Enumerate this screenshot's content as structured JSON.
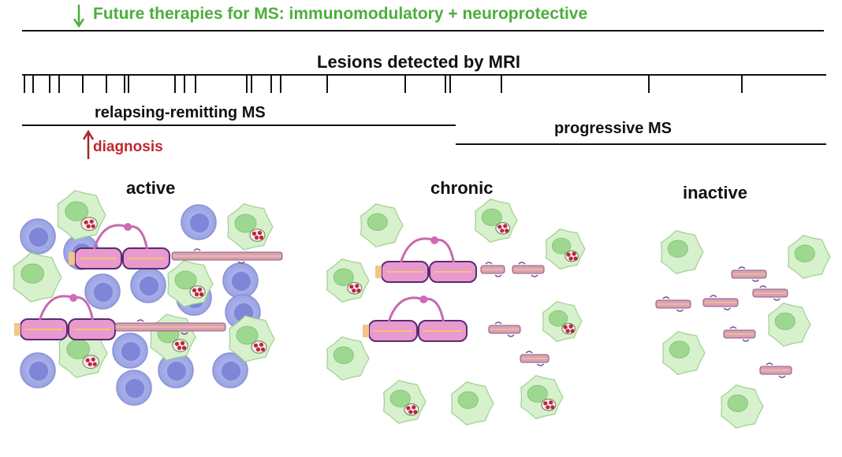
{
  "colors": {
    "therapy_green": "#4cae3c",
    "diagnosis_red": "#c0282d",
    "lymphocyte_blue": "#9ea7e6",
    "microglia_green": "#cfeec5",
    "neuron_pink": "#d98ac0"
  },
  "header": {
    "therapy_title": "Future therapies for MS: immunomodulatory + neuroprotective",
    "mri_title": "Lesions detected by MRI"
  },
  "timeline": {
    "relapsing_label": "relapsing-remitting MS",
    "progressive_label": "progressive MS",
    "diagnosis_label": "diagnosis"
  },
  "lesion_types": {
    "active": "active",
    "chronic": "chronic",
    "inactive": "inactive"
  },
  "icons": [
    "green-down-arrow-icon",
    "red-up-arrow-icon",
    "lymphocyte-icon",
    "microglia-icon",
    "neuron-icon",
    "damaged-axon-icon"
  ]
}
